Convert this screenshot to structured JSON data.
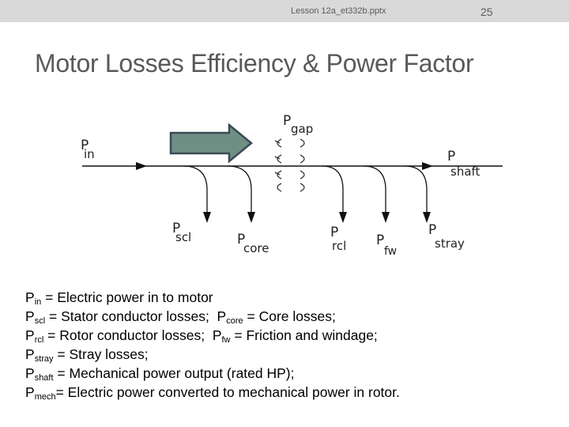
{
  "header": {
    "filename": "Lesson 12a_et332b.pptx",
    "slide_number": "25"
  },
  "title": "Motor Losses Efficiency & Power Factor",
  "diagram": {
    "labels": {
      "p_in": {
        "main": "P",
        "sub": "in"
      },
      "p_gap": {
        "main": "P",
        "sub": "gap"
      },
      "p_shaft": {
        "main": "P",
        "sub": "shaft"
      },
      "p_scl": {
        "main": "P",
        "sub": "scl"
      },
      "p_core": {
        "main": "P",
        "sub": "core"
      },
      "p_rcl": {
        "main": "P",
        "sub": "rcl"
      },
      "p_fw": {
        "main": "P",
        "sub": "fw"
      },
      "p_stray": {
        "main": "P",
        "sub": "stray"
      }
    },
    "arrow_fill": "#6f8f84",
    "arrow_stroke": "#3a4a56"
  },
  "legend": [
    {
      "p": "P",
      "sub": "in",
      "text": " = Electric power in to motor"
    },
    {
      "p": "P",
      "sub": "scl",
      "text": " = Stator conductor losses;  ",
      "p2": "P",
      "sub2": "core",
      "text2": " = Core losses;"
    },
    {
      "p": "P",
      "sub": "rcl",
      "text": " = Rotor conductor losses;  ",
      "p2": "P",
      "sub2": "fw",
      "text2": " = Friction and windage;"
    },
    {
      "p": "P",
      "sub": "stray",
      "text": " = Stray losses;"
    },
    {
      "p": "P",
      "sub": "shaft",
      "text": " = Mechanical power output (rated HP);"
    },
    {
      "p": "P",
      "sub": "mech",
      "text": "= Electric power converted to mechanical power in rotor."
    }
  ]
}
